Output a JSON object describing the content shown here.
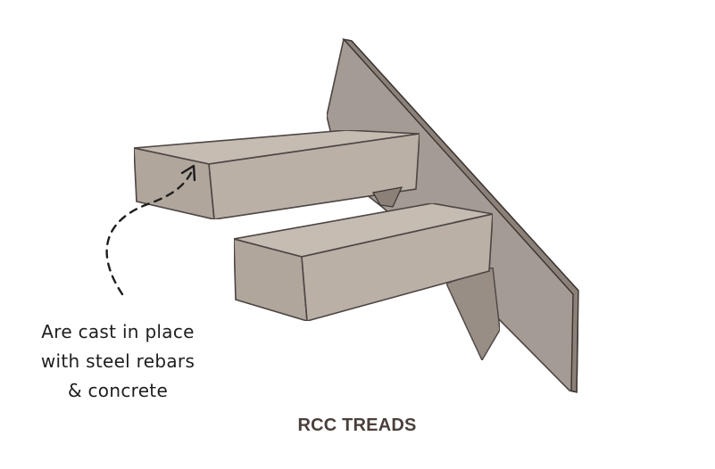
{
  "figure": {
    "caption": "RCC TREADS",
    "annotation": {
      "lines": [
        "Are cast in place",
        "with steel rebars",
        "& concrete"
      ]
    },
    "components": [
      "stringer-wall",
      "upper-tread",
      "lower-tread",
      "tread-support-bracket"
    ],
    "colors": {
      "concrete_light": "#c9c0b6",
      "concrete_mid": "#b2a89e",
      "concrete_dark": "#8b8178",
      "wall_face": "#a59c94",
      "outline": "#3a3330",
      "caption": "#4a3f3a",
      "annotation": "#1e1e1e"
    }
  }
}
